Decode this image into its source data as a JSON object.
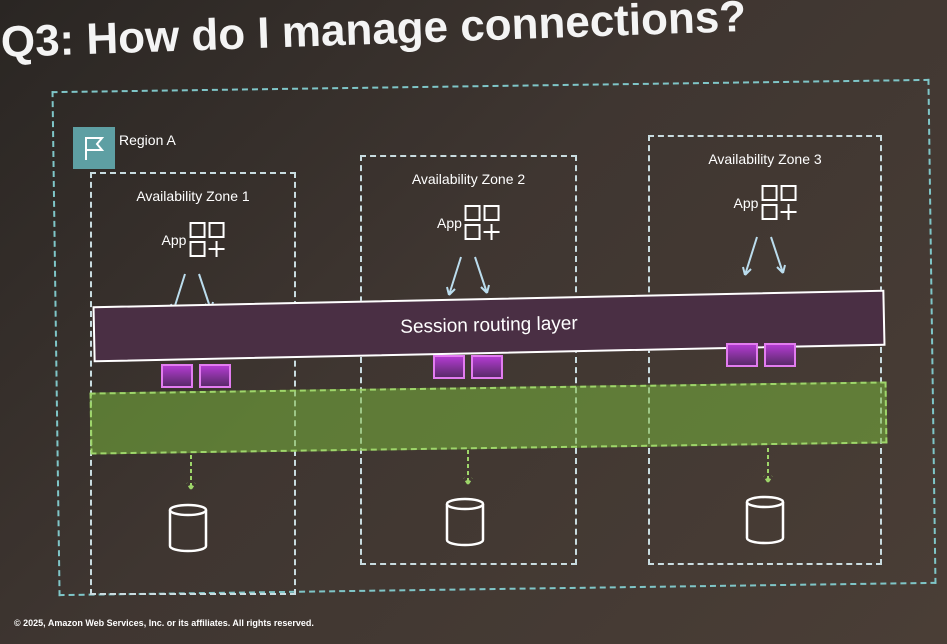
{
  "slide": {
    "title": "Q3: How do I manage connections?",
    "region_label": "Region A",
    "zones": [
      {
        "label": "Availability Zone 1",
        "app_label": "App"
      },
      {
        "label": "Availability Zone 2",
        "app_label": "App"
      },
      {
        "label": "Availability Zone 3",
        "app_label": "App"
      }
    ],
    "session_layer_label": "Session routing layer",
    "copyright": "© 2025, Amazon Web Services, Inc. or its affiliates. All rights reserved."
  },
  "colors": {
    "region_border": "#7fc6c8",
    "session_fill": "#4a2f44",
    "proxy": "#c04ee0",
    "band": "#78b43c"
  }
}
